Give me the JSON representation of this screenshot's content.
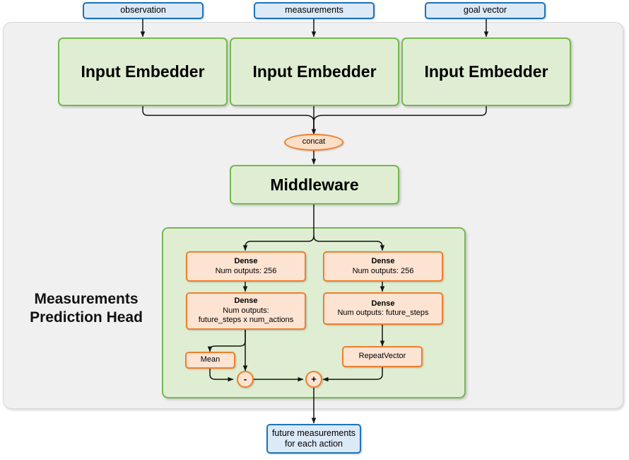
{
  "diagram": {
    "title": "Measurements Prediction Head",
    "colors": {
      "canvas": "#ffffff",
      "outer_container": "#f0f0f0",
      "green_fill": "#dfeed2",
      "green_stroke": "#76b852",
      "orange_fill": "#fce3d2",
      "orange_stroke": "#ef7f2d",
      "blue_fill": "#dce9f7",
      "blue_stroke": "#1c74ba",
      "edge": "#1a1a1a"
    }
  },
  "inputs": [
    {
      "label": "observation"
    },
    {
      "label": "measurements"
    },
    {
      "label": "goal vector"
    }
  ],
  "embedders": [
    {
      "label": "Input Embedder"
    },
    {
      "label": "Input Embedder"
    },
    {
      "label": "Input Embedder"
    }
  ],
  "concat": {
    "label": "concat"
  },
  "middleware": {
    "label": "Middleware"
  },
  "head": {
    "title_line1": "Measurements",
    "title_line2": "Prediction Head",
    "left_branch": {
      "dense1": {
        "title": "Dense",
        "detail": "Num outputs: 256"
      },
      "dense2": {
        "title": "Dense",
        "detail_line1": "Num outputs:",
        "detail_line2": "future_steps x num_actions"
      },
      "mean": {
        "label": "Mean"
      },
      "operator": {
        "label": "-"
      }
    },
    "right_branch": {
      "dense1": {
        "title": "Dense",
        "detail": "Num outputs: 256"
      },
      "dense2": {
        "title": "Dense",
        "detail": "Num outputs: future_steps"
      },
      "repeat_vector": {
        "label": "RepeatVector"
      }
    },
    "merge_operator": {
      "label": "+"
    }
  },
  "output": {
    "line1": "future measurements",
    "line2": "for each action"
  }
}
